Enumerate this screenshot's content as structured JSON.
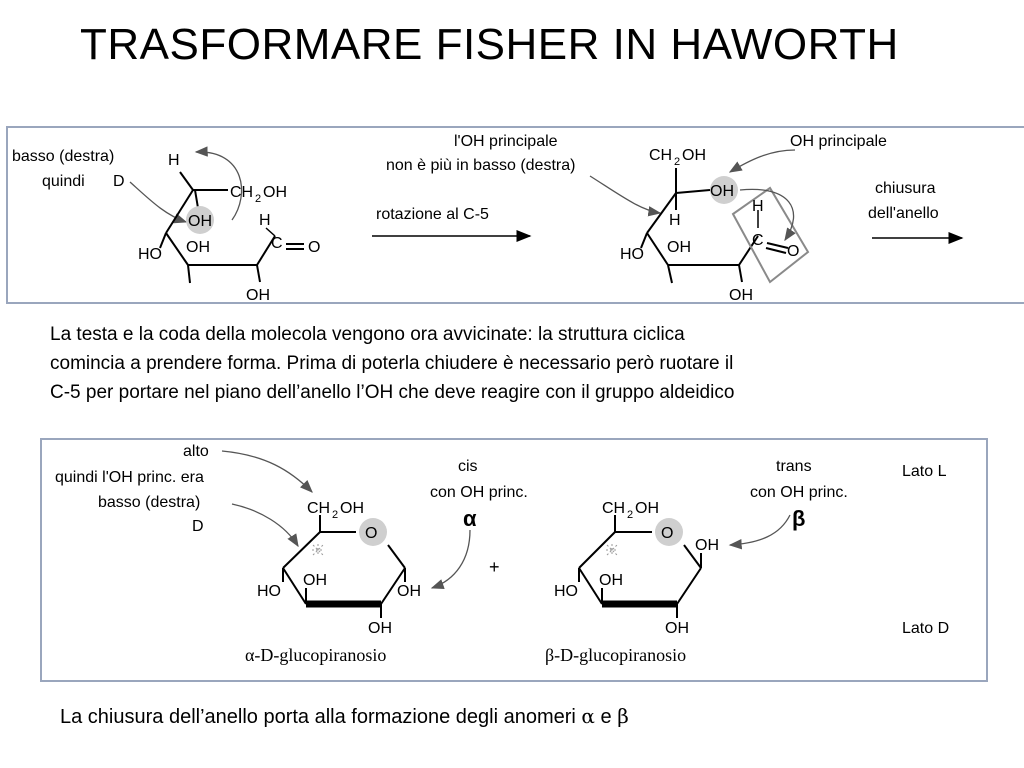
{
  "title": "TRASFORMARE FISHER IN HAWORTH",
  "panel1": {
    "left_note_1": "basso (destra)",
    "left_note_2": "quindi",
    "left_note_3": "D",
    "mol1": {
      "h_top": "H",
      "ch2oh": "CH",
      "sub2": "2",
      "oh_after": "OH",
      "oh_hl": "OH",
      "h_c4": "H",
      "c": "C",
      "o": "O",
      "ho": "HO",
      "oh_mid": "OH",
      "oh_bot": "OH"
    },
    "arrow1_label": "rotazione al C-5",
    "mid_note_1": "l'OH principale",
    "mid_note_2": "non è più in basso (destra)",
    "mol2": {
      "ch2oh": "CH",
      "sub2": "2",
      "oh_after": "OH",
      "oh_hl": "OH",
      "h_c4": "H",
      "h_c1": "H",
      "c": "C",
      "o": "O",
      "ho": "HO",
      "oh_mid": "OH",
      "oh_bot": "OH"
    },
    "right_note": "OH principale",
    "arrow2_label_1": "chiusura",
    "arrow2_label_2": "dell'anello"
  },
  "paragraph": [
    "La testa e la coda della molecola vengono ora avvicinate: la struttura ciclica",
    "comincia a prendere forma. Prima di poterla chiudere è necessario però ruotare il",
    "C-5 per portare nel piano dell’anello l’OH che deve reagire con il gruppo aldeidico"
  ],
  "panel2": {
    "alto": "alto",
    "note_1": "quindi l'OH princ. era",
    "note_2": "basso (destra)",
    "note_3": "D",
    "cis_1": "cis",
    "cis_2": "con OH princ.",
    "alpha": "α",
    "trans_1": "trans",
    "trans_2": "con OH princ.",
    "beta": "β",
    "plus": "+",
    "lato_l": "Lato L",
    "lato_d": "Lato D",
    "ring_a": {
      "ch2oh": "CH",
      "sub2": "2",
      "oh_after": "OH",
      "o": "O",
      "ho": "HO",
      "oh_in": "OH",
      "oh_right": "OH",
      "oh_bot": "OH"
    },
    "ring_b": {
      "ch2oh": "CH",
      "sub2": "2",
      "oh_after": "OH",
      "o": "O",
      "oh_anom": "OH",
      "ho": "HO",
      "oh_in": "OH",
      "oh_bot": "OH"
    },
    "caption_a": "α-D-glucopiranosio",
    "caption_b": "β-D-glucopiranosio"
  },
  "bottom_text": "La chiusura dell’anello porta alla formazione degli anomeri",
  "bottom_alpha": "α",
  "bottom_e": "e",
  "bottom_beta": "β"
}
